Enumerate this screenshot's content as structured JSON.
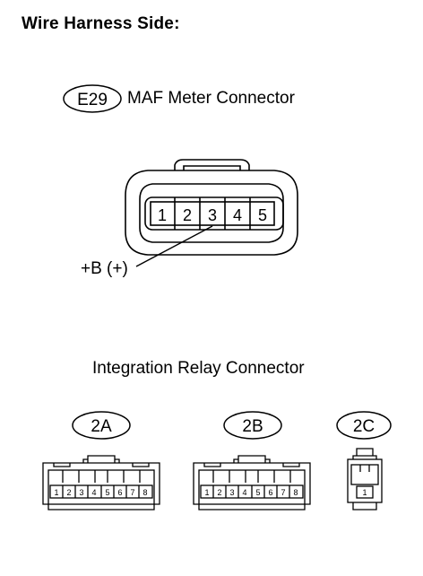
{
  "title": "Wire Harness Side:",
  "maf": {
    "code": "E29",
    "name": "MAF Meter Connector",
    "pins": [
      "1",
      "2",
      "3",
      "4",
      "5"
    ],
    "callout": "+B (+)"
  },
  "relay": {
    "title": "Integration Relay Connector",
    "connector_2a": {
      "code": "2A",
      "pins": [
        "1",
        "2",
        "3",
        "4",
        "5",
        "6",
        "7",
        "8"
      ]
    },
    "connector_2b": {
      "code": "2B",
      "pins": [
        "1",
        "2",
        "3",
        "4",
        "5",
        "6",
        "7",
        "8"
      ]
    },
    "connector_2c": {
      "code": "2C",
      "pins": [
        "1"
      ]
    }
  }
}
